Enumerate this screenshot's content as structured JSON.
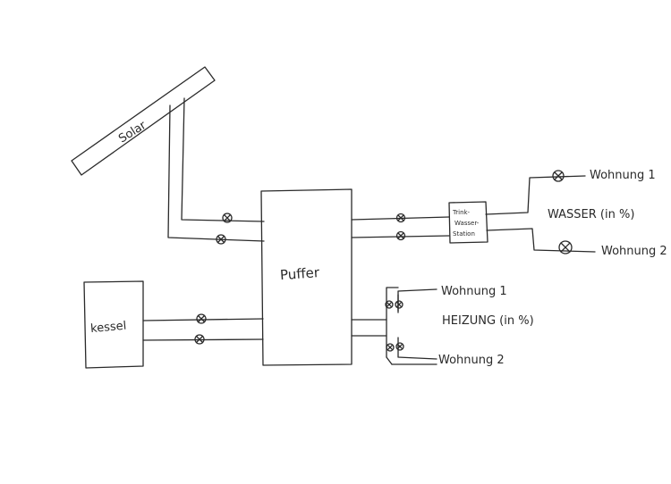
{
  "labels": {
    "solar": "Solar",
    "kessel": "kessel",
    "puffer": "Puffer",
    "station_line1": "Trink-",
    "station_line2": "Wasser-",
    "station_line3": "Station",
    "water_apartment_1": "Wohnung 1",
    "water_apartment_2": "Wohnung 2",
    "water_title": "WASSER (in %)",
    "heating_apartment_1": "Wohnung 1",
    "heating_apartment_2": "Wohnung 2",
    "heating_title": "HEIZUNG (in %)"
  },
  "valve_symbol": "circle-with-cross",
  "ink_color": "#2a2a2a",
  "background_color": "#ffffff"
}
